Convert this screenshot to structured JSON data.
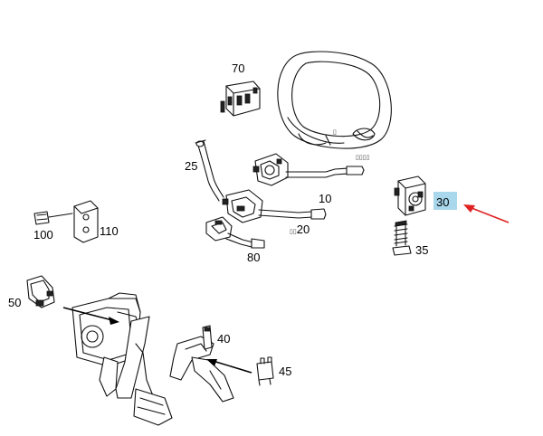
{
  "callouts": {
    "p10": "10",
    "p20": "20",
    "p25": "25",
    "p30": "30",
    "p35": "35",
    "p40": "40",
    "p45": "45",
    "p50": "50",
    "p70": "70",
    "p80": "80",
    "p100": "100",
    "p110": "110"
  },
  "highlight": {
    "part": "30",
    "box_color": "#a9d8ec",
    "arrow_color": "#e02020"
  },
  "icons": [
    "steering-wheel",
    "combination-switch",
    "clock-spring",
    "cruise-control-lever",
    "brake-pedal-assembly",
    "accelerator-pedal",
    "stop-lamp-switch",
    "connector",
    "screw",
    "bracket",
    "spring-bolt"
  ]
}
